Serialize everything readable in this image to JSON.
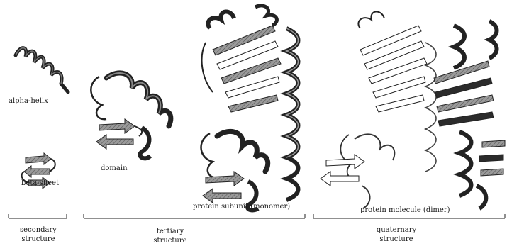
{
  "labels": {
    "alpha_helix": "alpha-helix",
    "beta_sheet": "beta-sheet",
    "domain": "domain",
    "protein_subunit": "protein subunit (monomer)",
    "protein_molecule": "protein molecule (dimer)"
  },
  "groups": {
    "secondary_line1": "secondary",
    "secondary_line2": "structure",
    "tertiary_line1": "tertiary",
    "tertiary_line2": "structure",
    "quaternary_line1": "quaternary",
    "quaternary_line2": "structure"
  },
  "colors": {
    "ink": "#1a1a1a",
    "dark_fill": "#2b2b2b",
    "gray_fill": "#8c8c8c",
    "light_fill": "#ffffff"
  }
}
